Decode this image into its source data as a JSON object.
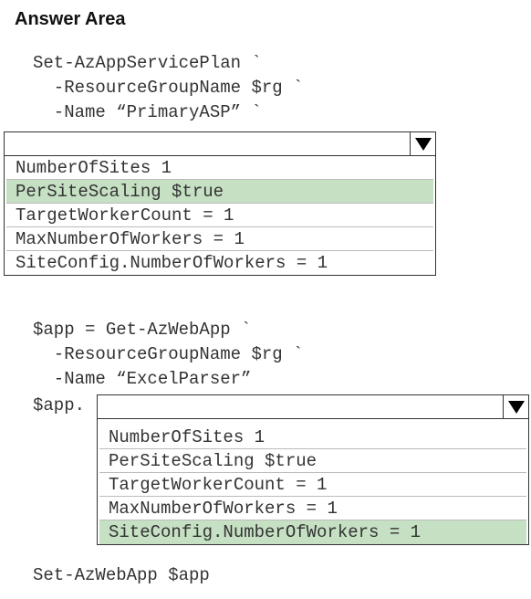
{
  "title": "Answer Area",
  "block1": {
    "lines": [
      "Set-AzAppServicePlan `",
      "  -ResourceGroupName $rg `",
      "  -Name “PrimaryASP” `"
    ],
    "options": [
      "NumberOfSites 1",
      "PerSiteScaling $true",
      "TargetWorkerCount = 1",
      "MaxNumberOfWorkers = 1",
      "SiteConfig.NumberOfWorkers = 1"
    ],
    "selected_index": 1
  },
  "block2": {
    "lines": [
      "$app = Get-AzWebApp `",
      "  -ResourceGroupName $rg `",
      "  -Name “ExcelParser”"
    ],
    "prefix": "$app.",
    "options": [
      "NumberOfSites 1",
      "PerSiteScaling $true",
      "TargetWorkerCount = 1",
      "MaxNumberOfWorkers = 1",
      "SiteConfig.NumberOfWorkers = 1"
    ],
    "selected_index": 4
  },
  "footer_line": "Set-AzWebApp $app",
  "icons": {
    "dropdown_arrow": "triangle-down-icon"
  },
  "colors": {
    "selected_bg": "#c6e0c3"
  }
}
